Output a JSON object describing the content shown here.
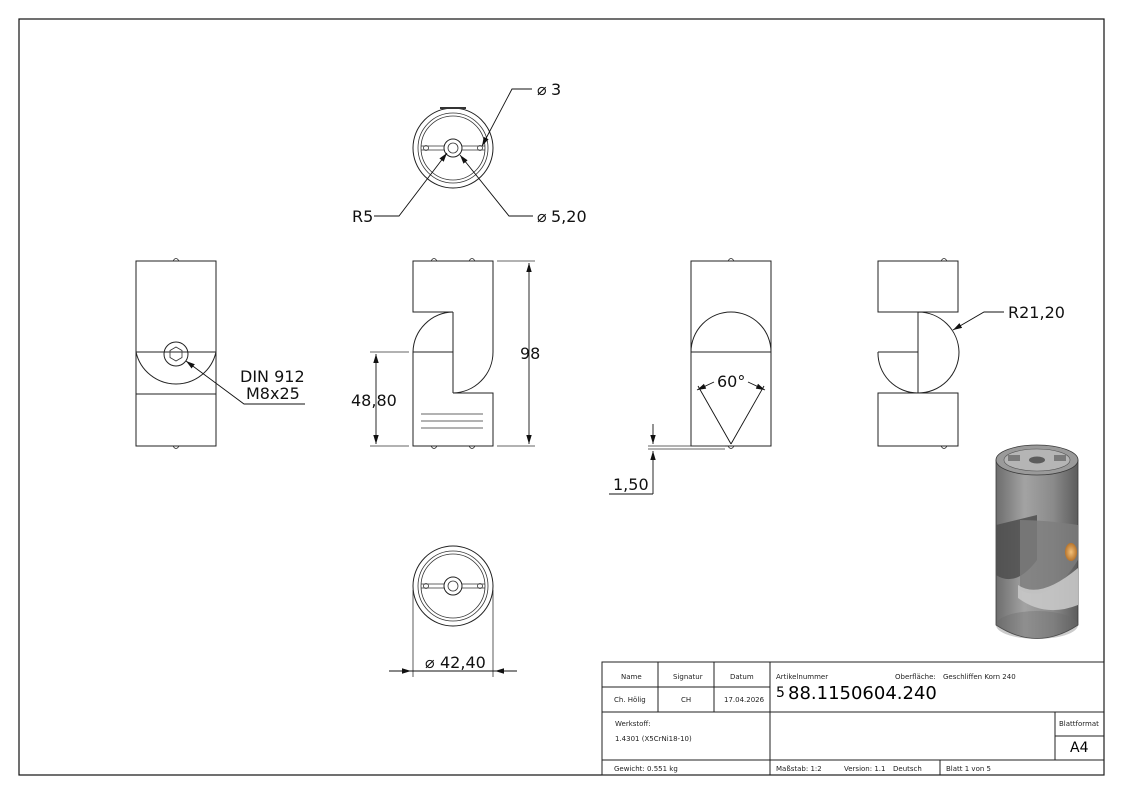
{
  "dimensions": {
    "dia_3": "3",
    "r5": "R5",
    "dia_5_20": "5,20",
    "height_98": "98",
    "height_48_80": "48,80",
    "din_line1": "DIN 912",
    "din_line2": "M8x25",
    "angle_60": "60°",
    "r21_20": "R21,20",
    "offset_1_50": "1,50",
    "dia_42_40": "42,40"
  },
  "title_block": {
    "name_header": "Name",
    "signatur_header": "Signatur",
    "datum_header": "Datum",
    "name_value": "Ch. Hölig",
    "signatur_value": "CH",
    "datum_value": "17.04.2026",
    "artikelnummer_label": "Artikelnummer",
    "oberflaeche_label": "Oberfläche:",
    "oberflaeche_value": "Geschliffen Korn 240",
    "revision": "5",
    "artikelnummer_value": "88.1150604.240",
    "werkstoff_label": "Werkstoff:",
    "werkstoff_value": "1.4301 (X5CrNi18-10)",
    "blattformat_label": "Blattformat",
    "blattformat_value": "A4",
    "gewicht": "Gewicht: 0.551 kg",
    "massstab": "Maßstab: 1:2",
    "version": "Version: 1.1",
    "sprache": "Deutsch",
    "blatt": "Blatt 1 von 5"
  }
}
